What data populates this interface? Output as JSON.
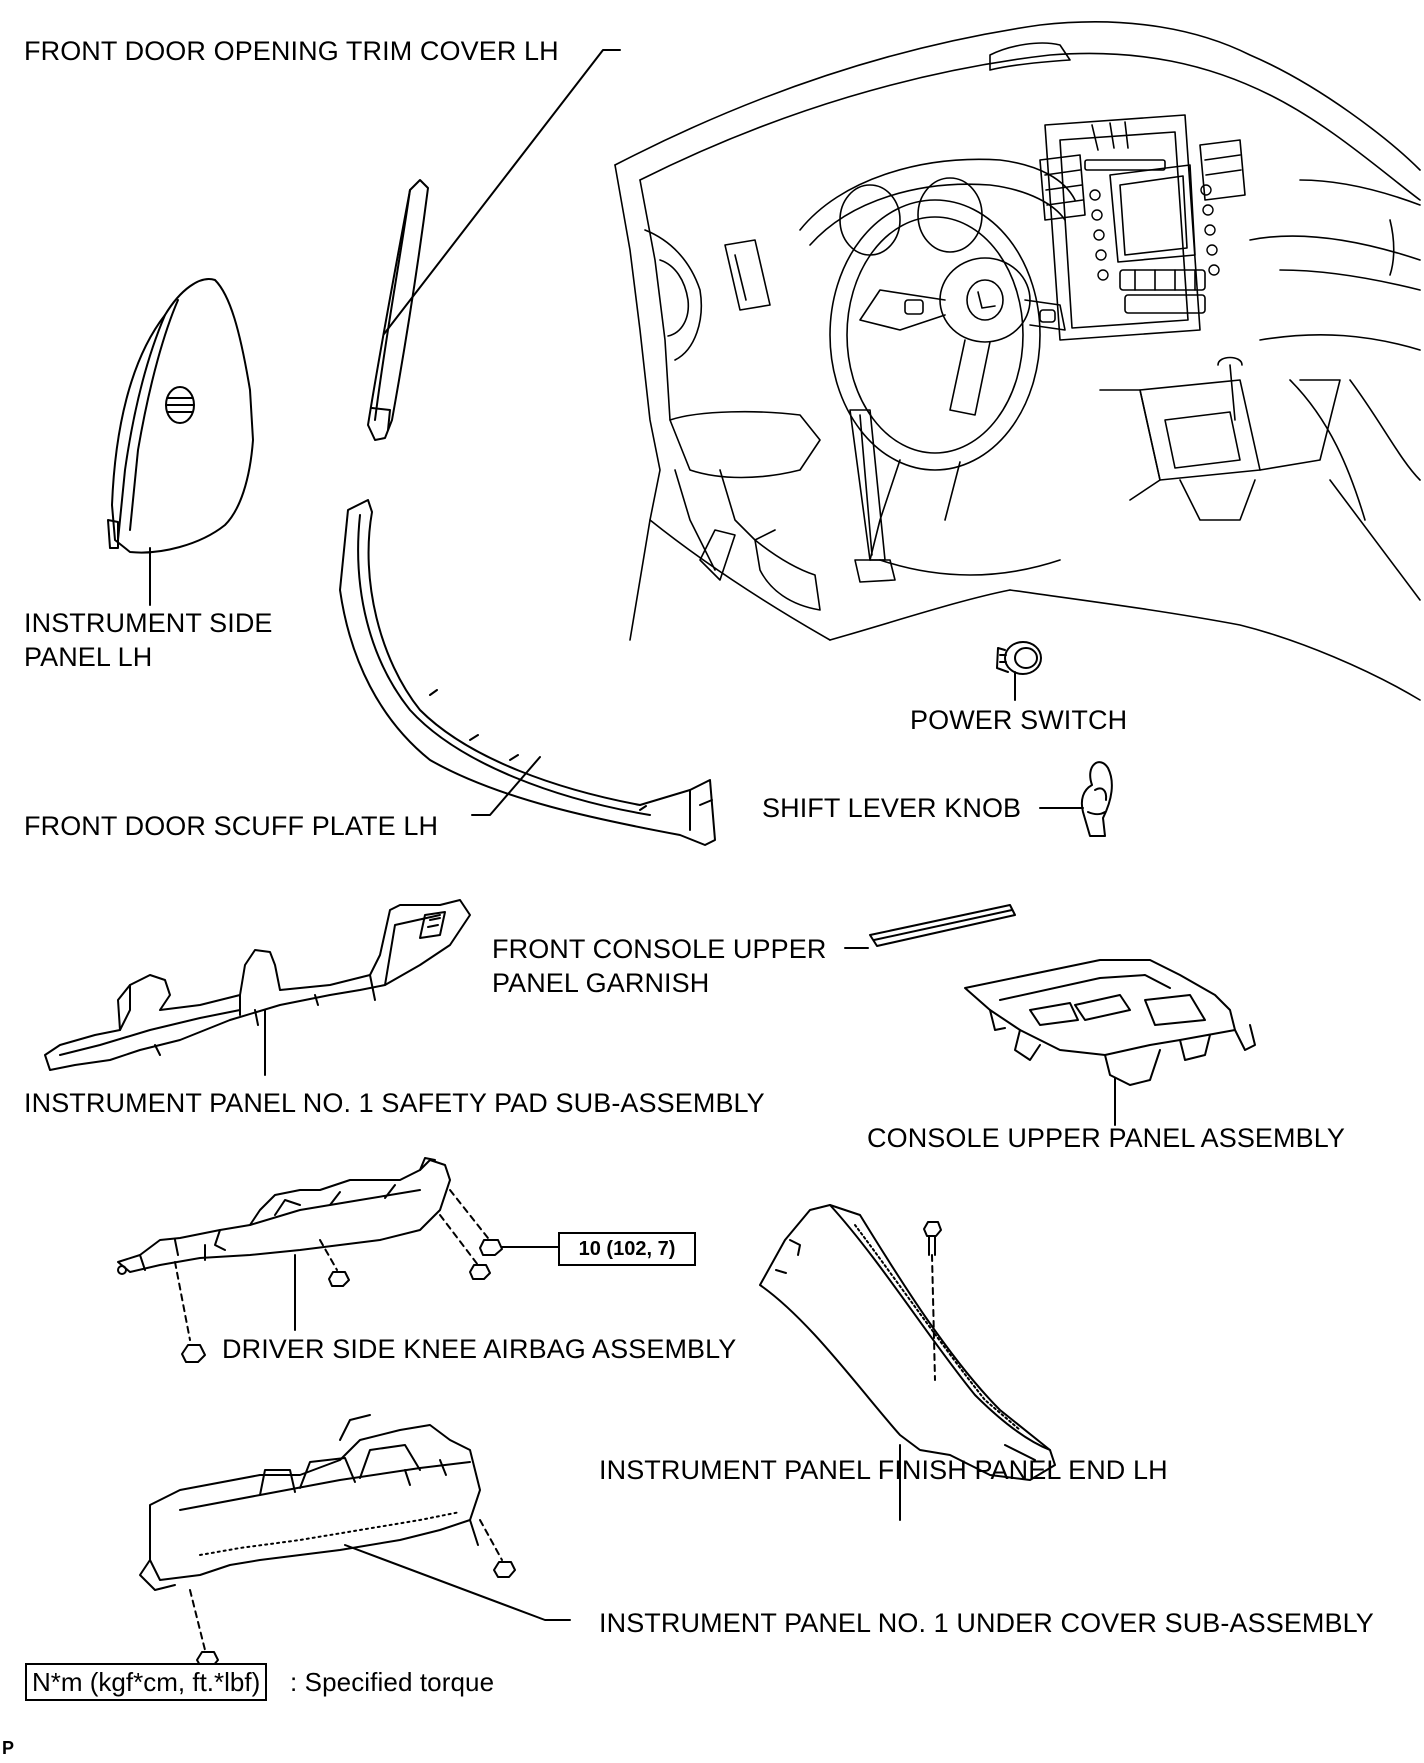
{
  "labels": {
    "front_door_opening_trim_cover": "FRONT DOOR OPENING TRIM COVER LH",
    "instrument_side_panel_line1": "INSTRUMENT SIDE",
    "instrument_side_panel_line2": "PANEL LH",
    "power_switch": "POWER SWITCH",
    "shift_lever_knob": "SHIFT LEVER KNOB",
    "front_door_scuff_plate": "FRONT DOOR SCUFF PLATE LH",
    "front_console_garnish_line1": "FRONT CONSOLE UPPER",
    "front_console_garnish_line2": "PANEL GARNISH",
    "safety_pad": "INSTRUMENT PANEL NO. 1 SAFETY PAD SUB-ASSEMBLY",
    "console_upper_panel": "CONSOLE UPPER PANEL ASSEMBLY",
    "knee_airbag": "DRIVER SIDE KNEE AIRBAG ASSEMBLY",
    "finish_panel_end": "INSTRUMENT PANEL FINISH PANEL END LH",
    "under_cover": "INSTRUMENT PANEL NO. 1 UNDER COVER SUB-ASSEMBLY"
  },
  "torque": {
    "value": "10 (102, 7)"
  },
  "legend": {
    "unit_box": "N*m (kgf*cm, ft.*lbf)",
    "description": ": Specified torque"
  },
  "corner_mark": "P"
}
